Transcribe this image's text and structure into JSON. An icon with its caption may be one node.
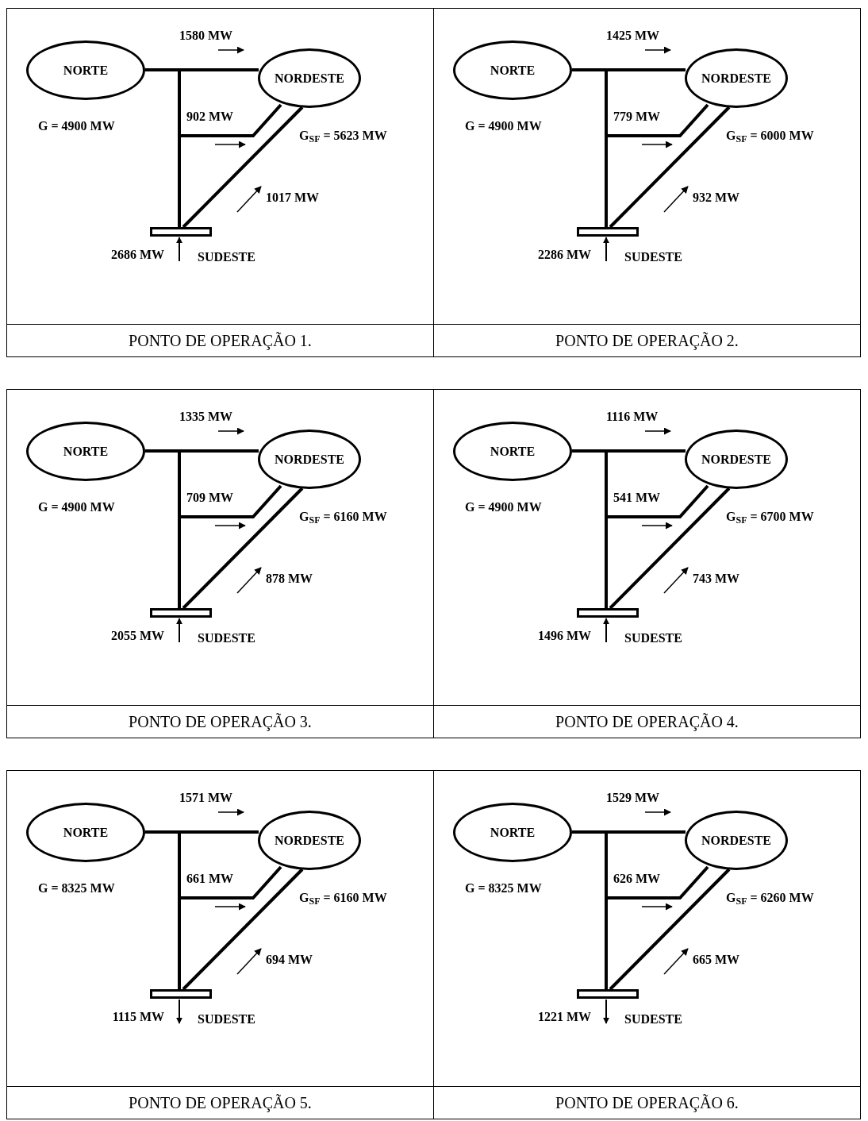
{
  "diagram": {
    "nodes": [
      {
        "text": [
          "PONTO DE OPERAÇÃO 1."
        ]
      },
      {
        "text": [
          "NORTE"
        ],
        "in": 0,
        "beside": [
          "G = 4900 MW"
        ]
      },
      {
        "text": [
          "NORDESTE"
        ],
        "in": 0,
        "beside": [
          "G$_{SF}$ = 5623 MW"
        ]
      },
      {
        "text": [
          "SUDESTE"
        ],
        "in": 0
      },
      {
        "text": [
          "PONTO DE OPERAÇÃO 2."
        ]
      },
      {
        "text": [
          "NORTE"
        ],
        "in": 4,
        "beside": [
          "G = 4900 MW"
        ]
      },
      {
        "text": [
          "NORDESTE"
        ],
        "in": 4,
        "beside": [
          "G$_{SF}$ = 6000 MW"
        ]
      },
      {
        "text": [
          "SUDESTE"
        ],
        "in": 4
      },
      {
        "text": [
          "PONTO DE OPERAÇÃO 3."
        ]
      },
      {
        "text": [
          "NORTE"
        ],
        "in": 8,
        "beside": [
          "G = 4900 MW"
        ]
      },
      {
        "text": [
          "NORDESTE"
        ],
        "in": 8,
        "beside": [
          "G$_{SF}$ = 6160 MW"
        ]
      },
      {
        "text": [
          "SUDESTE"
        ],
        "in": 8
      },
      {
        "text": [
          "PONTO DE OPERAÇÃO 4."
        ]
      },
      {
        "text": [
          "NORTE"
        ],
        "in": 12,
        "beside": [
          "G = 4900 MW"
        ]
      },
      {
        "text": [
          "NORDESTE"
        ],
        "in": 12,
        "beside": [
          "G$_{SF}$ = 6700 MW"
        ]
      },
      {
        "text": [
          "SUDESTE"
        ],
        "in": 12
      },
      {
        "text": [
          "PONTO DE OPERAÇÃO 5."
        ]
      },
      {
        "text": [
          "NORTE"
        ],
        "in": 16,
        "beside": [
          "G = 8325 MW"
        ]
      },
      {
        "text": [
          "NORDESTE"
        ],
        "in": 16,
        "beside": [
          "G$_{SF}$ = 6160 MW"
        ]
      },
      {
        "text": [
          "SUDESTE"
        ],
        "in": 16
      },
      {
        "text": [
          "PONTO DE OPERAÇÃO 6."
        ]
      },
      {
        "text": [
          "NORTE"
        ],
        "in": 20,
        "beside": [
          "G = 8325 MW"
        ]
      },
      {
        "text": [
          "NORDESTE"
        ],
        "in": 20,
        "beside": [
          "G$_{SF}$ = 6260 MW"
        ]
      },
      {
        "text": [
          "SUDESTE"
        ],
        "in": 20
      }
    ],
    "edges": [
      {
        "from": 1,
        "to": 2,
        "arrow": "none",
        "label": "1580 MW"
      },
      {
        "from": 1,
        "to": 3,
        "arrow": "none"
      },
      {
        "from": 3,
        "to": 2,
        "arrow": "none",
        "label": "902 MW"
      },
      {
        "from": 3,
        "to": 2,
        "arrow": "none",
        "label": "1017 MW"
      },
      {
        "from": null,
        "to": 3,
        "arrow": "to",
        "label": "2686 MW"
      },
      {
        "from": 5,
        "to": 6,
        "arrow": "none",
        "label": "1425 MW"
      },
      {
        "from": 5,
        "to": 7,
        "arrow": "none"
      },
      {
        "from": 7,
        "to": 6,
        "arrow": "none",
        "label": "779 MW"
      },
      {
        "from": 7,
        "to": 6,
        "arrow": "none",
        "label": "932 MW"
      },
      {
        "from": null,
        "to": 7,
        "arrow": "to",
        "label": "2286 MW"
      },
      {
        "from": 9,
        "to": 10,
        "arrow": "none",
        "label": "1335 MW"
      },
      {
        "from": 9,
        "to": 11,
        "arrow": "none"
      },
      {
        "from": 11,
        "to": 10,
        "arrow": "none",
        "label": "709 MW"
      },
      {
        "from": 11,
        "to": 10,
        "arrow": "none",
        "label": "878 MW"
      },
      {
        "from": null,
        "to": 11,
        "arrow": "to",
        "label": "2055 MW"
      },
      {
        "from": 13,
        "to": 14,
        "arrow": "none",
        "label": "1116 MW"
      },
      {
        "from": 13,
        "to": 15,
        "arrow": "none"
      },
      {
        "from": 15,
        "to": 14,
        "arrow": "none",
        "label": "541 MW"
      },
      {
        "from": 15,
        "to": 14,
        "arrow": "none",
        "label": "743 MW"
      },
      {
        "from": null,
        "to": 15,
        "arrow": "to",
        "label": "1496 MW"
      },
      {
        "from": 17,
        "to": 18,
        "arrow": "none",
        "label": "1571 MW"
      },
      {
        "from": 17,
        "to": 19,
        "arrow": "none"
      },
      {
        "from": 19,
        "to": 18,
        "arrow": "none",
        "label": "661 MW"
      },
      {
        "from": 19,
        "to": 18,
        "arrow": "none",
        "label": "694 MW"
      },
      {
        "from": 19,
        "to": null,
        "arrow": "to",
        "label": "1115 MW"
      },
      {
        "from": 21,
        "to": 22,
        "arrow": "none",
        "label": "1529 MW"
      },
      {
        "from": 21,
        "to": 23,
        "arrow": "none"
      },
      {
        "from": 23,
        "to": 22,
        "arrow": "none",
        "label": "626 MW"
      },
      {
        "from": 23,
        "to": 22,
        "arrow": "none",
        "label": "665 MW"
      },
      {
        "from": 23,
        "to": null,
        "arrow": "to",
        "label": "1221 MW"
      }
    ]
  }
}
